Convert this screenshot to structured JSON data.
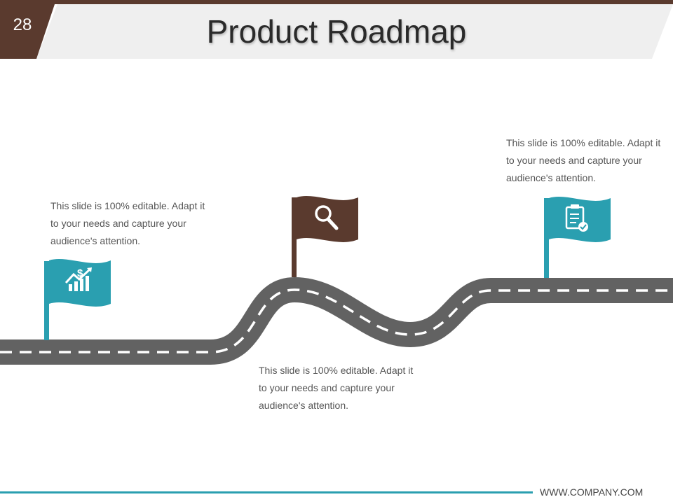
{
  "slide": {
    "number": "28",
    "title": "Product Roadmap"
  },
  "colors": {
    "brown": "#5a3a2e",
    "teal": "#2a9fb0",
    "road": "#626262",
    "title_band": "#f0f0f0"
  },
  "milestones": [
    {
      "icon": "finance-growth-icon",
      "flag_color": "#2a9fb0",
      "text": "This slide is 100% editable. Adapt it to your needs and capture your audience's attention."
    },
    {
      "icon": "search-icon",
      "flag_color": "#5a3a2e",
      "text": "This slide is 100% editable. Adapt it to your needs and capture your audience's attention."
    },
    {
      "icon": "clipboard-checklist-icon",
      "flag_color": "#2a9fb0",
      "text": "This slide is 100% editable. Adapt it to your needs and capture your audience's attention."
    }
  ],
  "footer": {
    "website": "WWW.COMPANY.COM"
  }
}
